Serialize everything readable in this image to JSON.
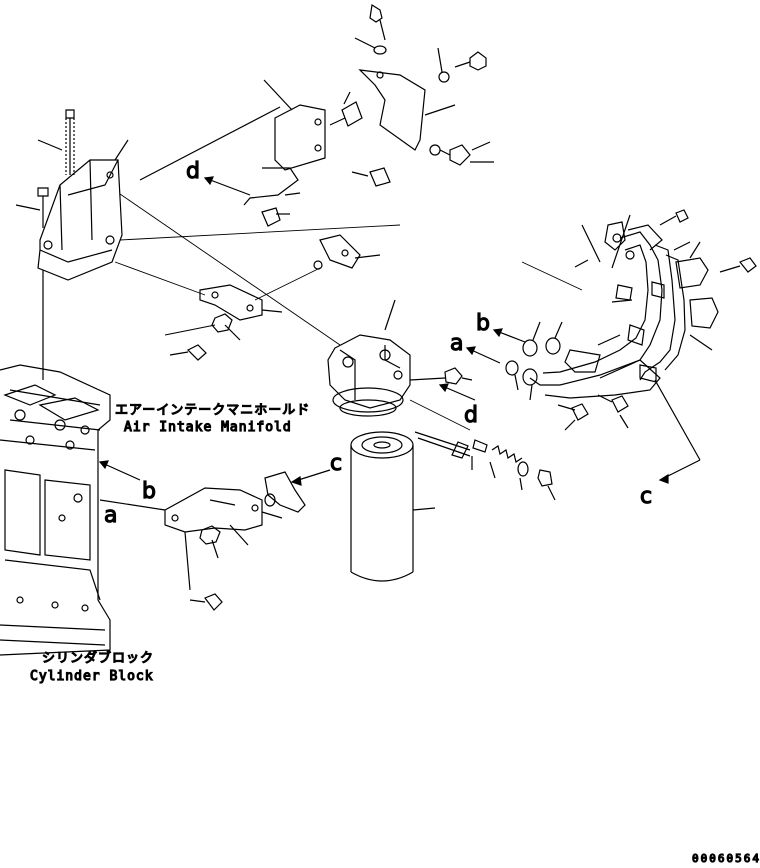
{
  "labels": {
    "manifold_jp": "エアーインテークマニホールド",
    "manifold_en": "Air Intake Manifold",
    "block_jp": "シリンダブロック",
    "block_en": "Cylinder Block"
  },
  "ref_letters": {
    "a": "a",
    "b": "b",
    "c": "c",
    "d": "d"
  },
  "drawing_code": "00060564"
}
